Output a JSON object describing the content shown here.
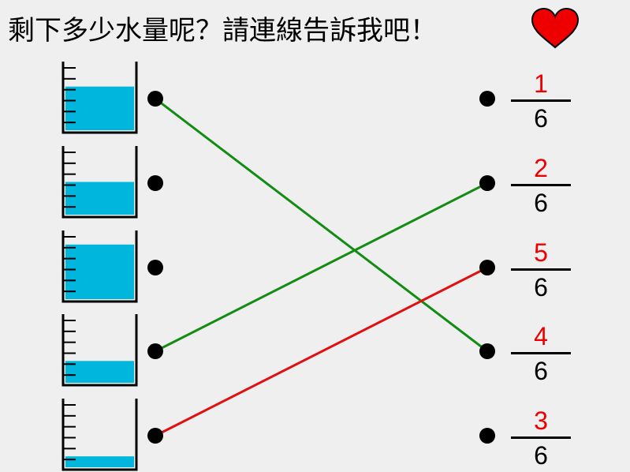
{
  "title": "剩下多少水量呢？請連線告訴我吧！",
  "heart_icon": "heart-icon",
  "colors": {
    "background": "#efefef",
    "water": "#00b6dd",
    "heart": "#ee0000",
    "numerator": "#ee0000",
    "correct_line": "#138c13",
    "wrong_line": "#e01010"
  },
  "beakers": [
    {
      "id": "beaker-1",
      "water_fraction": 0.6667,
      "tick_count": 6
    },
    {
      "id": "beaker-2",
      "water_fraction": 0.5,
      "tick_count": 6
    },
    {
      "id": "beaker-3",
      "water_fraction": 0.8333,
      "tick_count": 6
    },
    {
      "id": "beaker-4",
      "water_fraction": 0.3333,
      "tick_count": 6
    },
    {
      "id": "beaker-5",
      "water_fraction": 0.1667,
      "tick_count": 6
    }
  ],
  "fractions": [
    {
      "numerator": "1",
      "denominator": "6"
    },
    {
      "numerator": "2",
      "denominator": "6"
    },
    {
      "numerator": "5",
      "denominator": "6"
    },
    {
      "numerator": "4",
      "denominator": "6"
    },
    {
      "numerator": "3",
      "denominator": "6"
    }
  ],
  "connections": [
    {
      "from": 0,
      "to": 3,
      "status": "correct"
    },
    {
      "from": 3,
      "to": 1,
      "status": "correct"
    },
    {
      "from": 4,
      "to": 2,
      "status": "wrong"
    }
  ]
}
